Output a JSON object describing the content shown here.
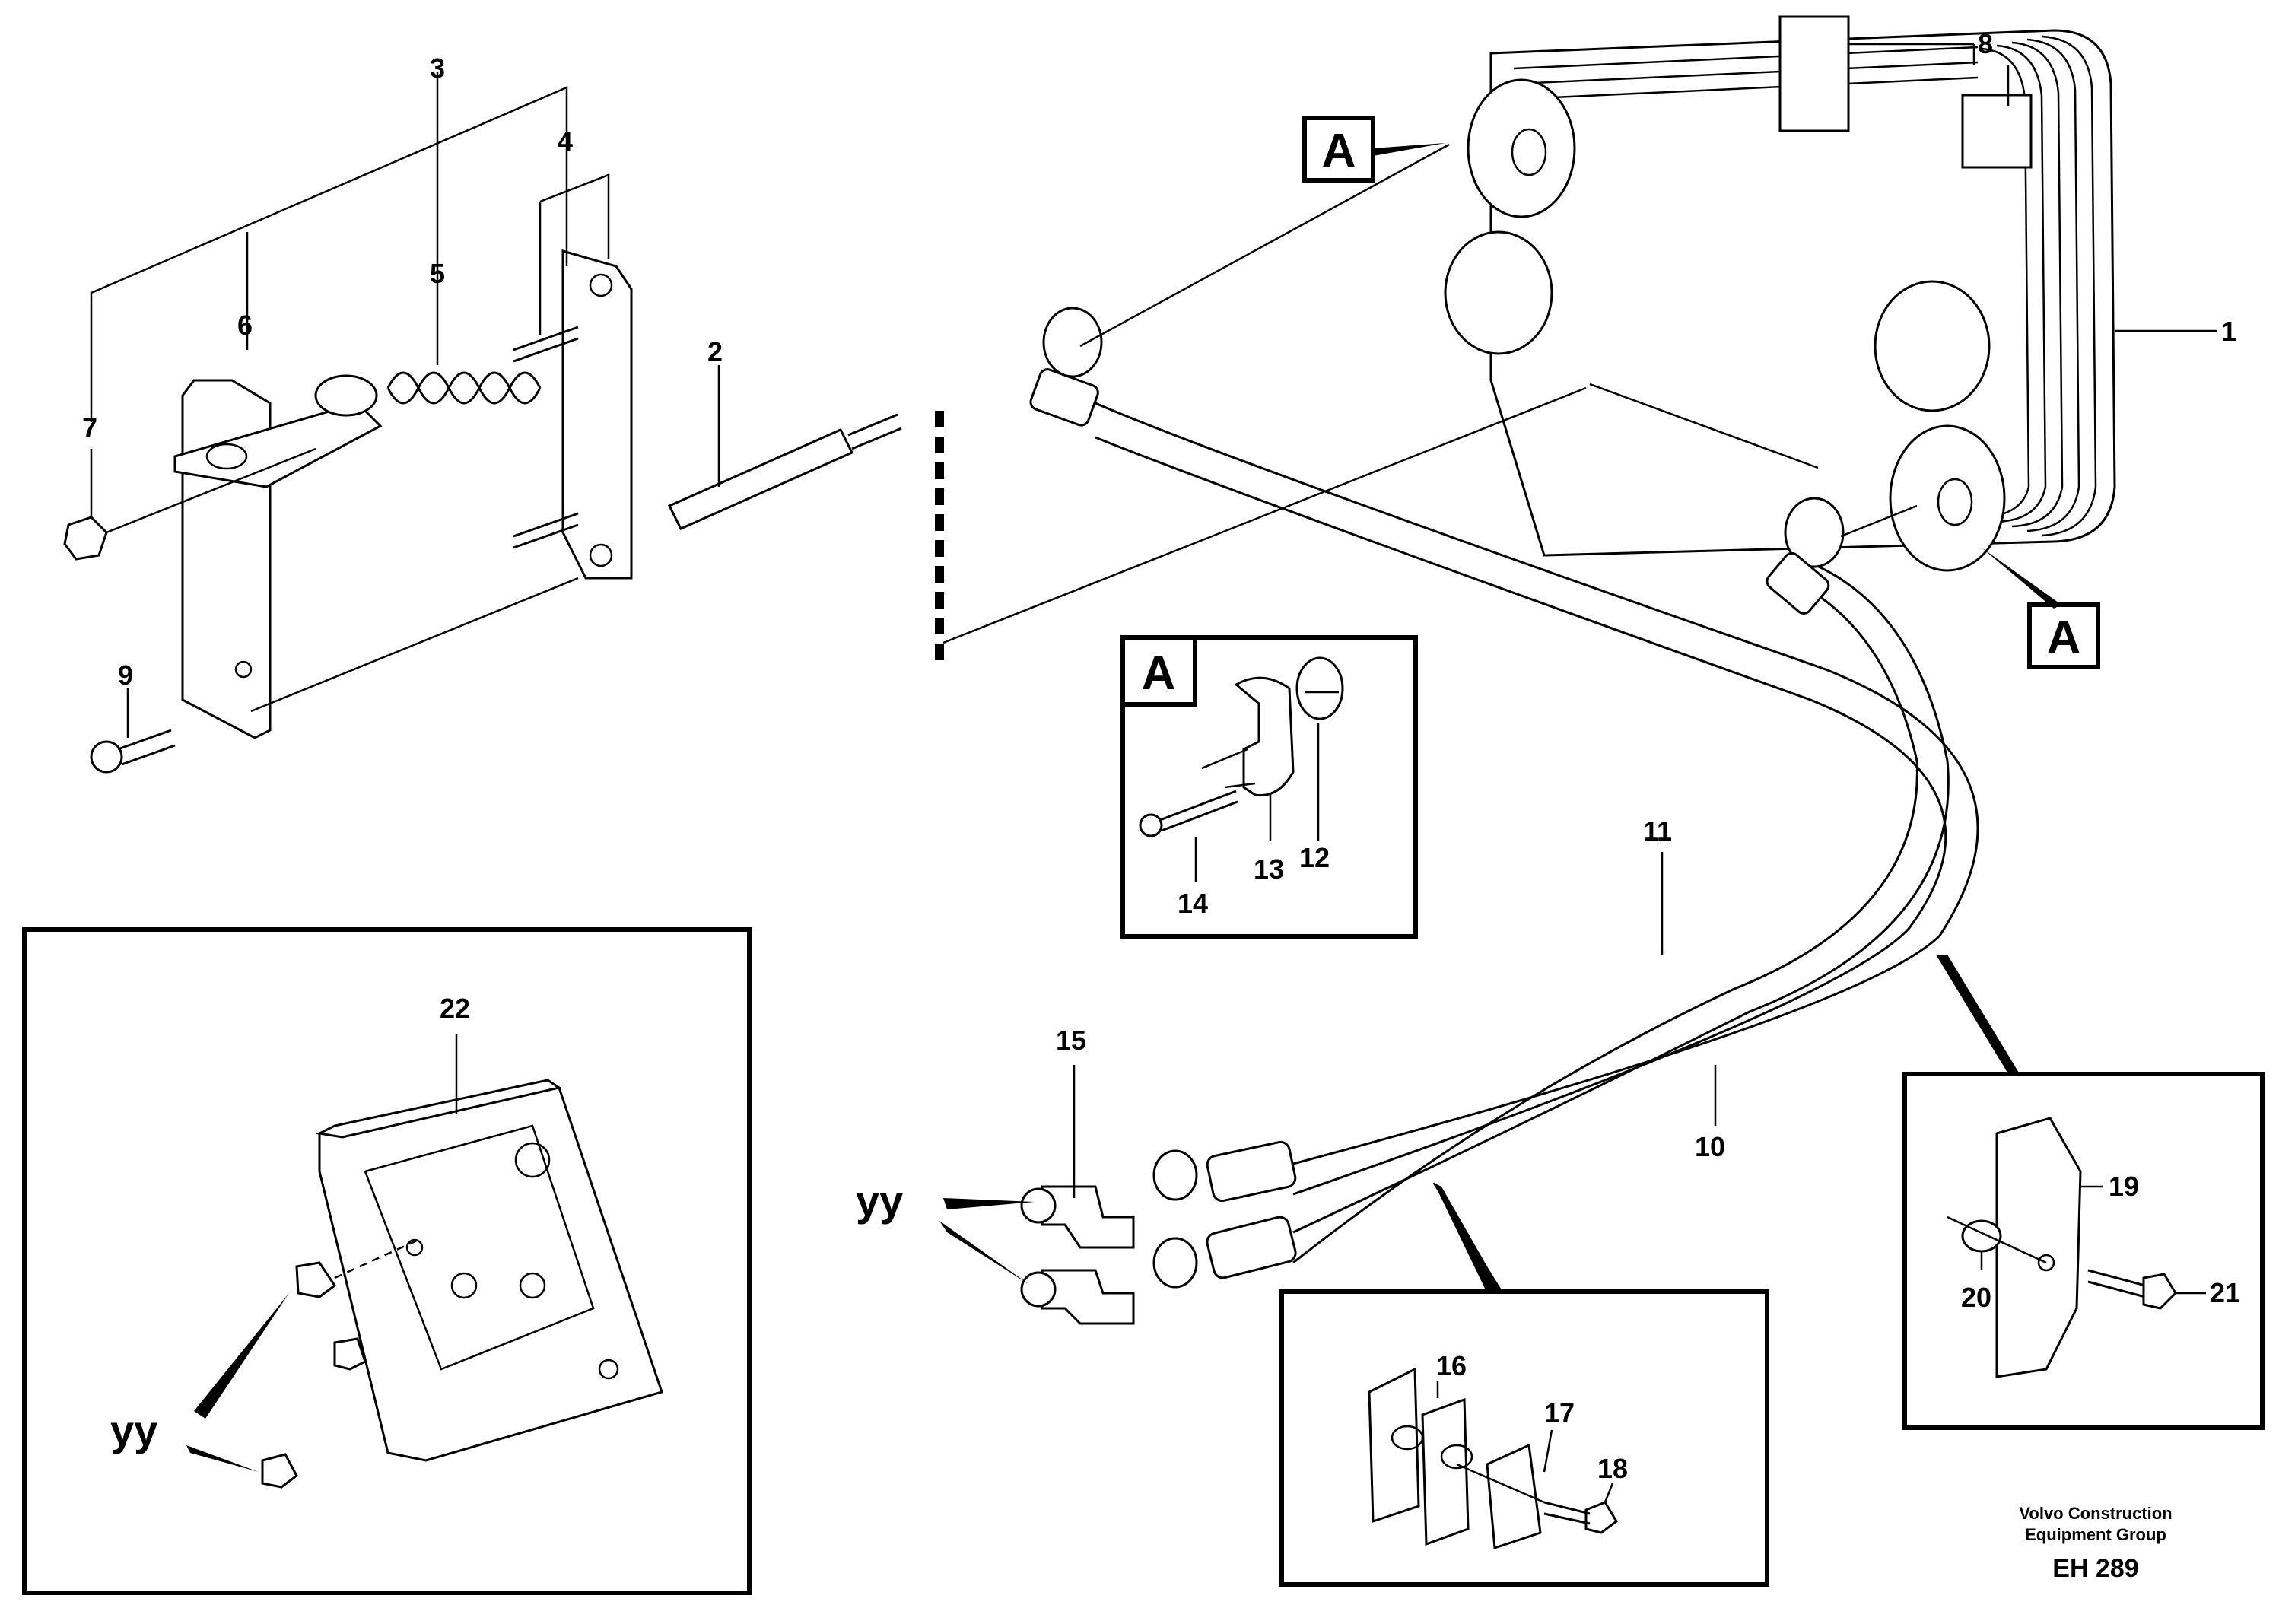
{
  "callouts": {
    "n1": "1",
    "n2": "2",
    "n3": "3",
    "n4": "4",
    "n5": "5",
    "n6": "6",
    "n7": "7",
    "n8": "8",
    "n9": "9",
    "n10": "10",
    "n11": "11",
    "n12": "12",
    "n13": "13",
    "n14": "14",
    "n15": "15",
    "n16": "16",
    "n17": "17",
    "n18": "18",
    "n19": "19",
    "n20": "20",
    "n21": "21",
    "n22": "22"
  },
  "markers": {
    "view_a": "A",
    "connection_yy": "yy"
  },
  "footer": {
    "company_line1": "Volvo Construction",
    "company_line2": "Equipment Group",
    "drawing_code": "EH 289"
  }
}
